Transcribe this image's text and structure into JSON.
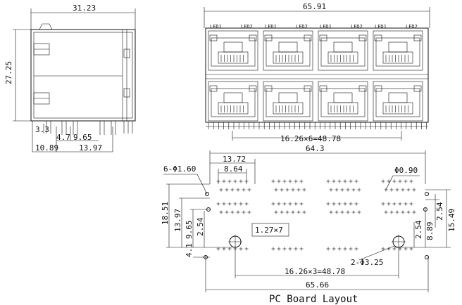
{
  "side_view": {
    "width_label": "31.23",
    "height_label": "27.25",
    "bottom_labels": [
      "3.3",
      "4.7",
      "9.65",
      "10.89",
      "13.97"
    ]
  },
  "front_view": {
    "width_label": "65.91",
    "pitch_label": "16.26×6=48.78",
    "led_labels": [
      "LED1",
      "LED2"
    ],
    "port_columns": 4,
    "port_rows": 2
  },
  "pcb_layout": {
    "caption": "PC Board Layout",
    "width_label": "64.3",
    "bottom_width_label": "65.66",
    "pitch_label": "16.26×3=48.78",
    "left_hole_label": "6-Φ1.60",
    "right_hole_label": "Φ0.90",
    "mount_hole_label": "2-Φ3.25",
    "pin_pitch_label": "1.27×7",
    "top_labels": [
      "13.72",
      "8.64"
    ],
    "left_labels": [
      "18.51",
      "13.97",
      "9.65",
      "2.54",
      "4.1"
    ],
    "right_labels": [
      "15.49",
      "2.54",
      "8.89",
      "2.54"
    ]
  }
}
